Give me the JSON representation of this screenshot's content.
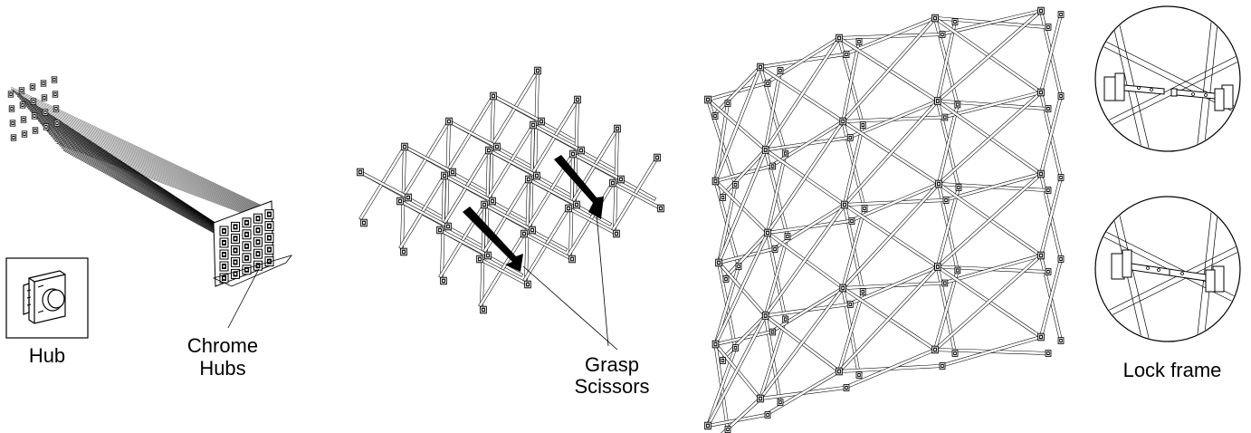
{
  "labels": {
    "hub": "Hub",
    "chrome_hubs_line1": "Chrome",
    "chrome_hubs_line2": "Hubs",
    "grasp_line1": "Grasp",
    "grasp_line2": "Scissors",
    "lock_frame": "Lock frame"
  },
  "colors": {
    "line": "#000000",
    "strut_fill": "#ffffff",
    "arrow": "#000000",
    "background": "#ffffff"
  },
  "icons": {
    "hub_detail": "hub-connector-icon",
    "arrow": "push-arrow-icon",
    "lock_detail": "lock-latch-icon"
  }
}
